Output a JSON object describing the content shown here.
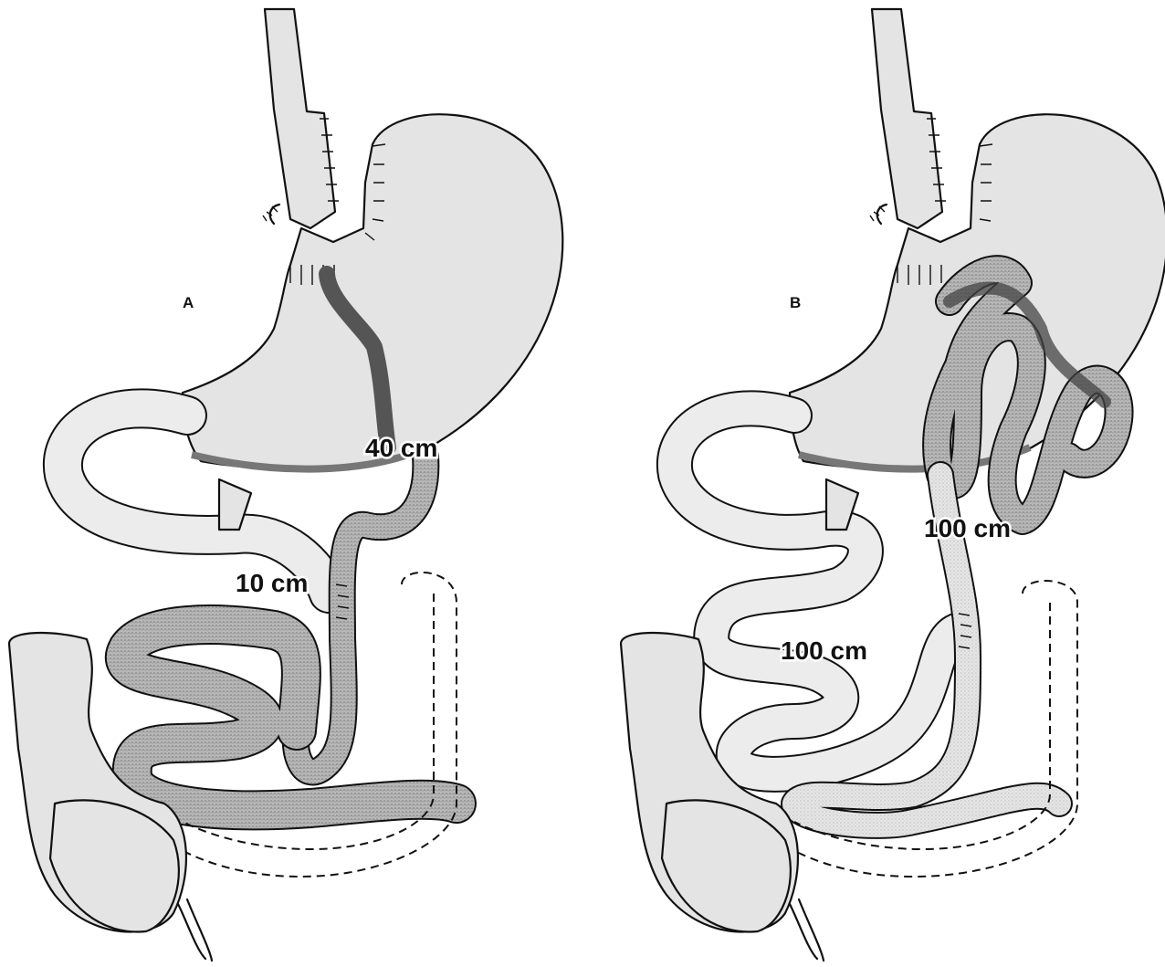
{
  "panels": [
    {
      "letter": "A",
      "labels": [
        "40 cm",
        "10 cm"
      ]
    },
    {
      "letter": "B",
      "labels": [
        "100 cm",
        "100 cm"
      ]
    }
  ]
}
